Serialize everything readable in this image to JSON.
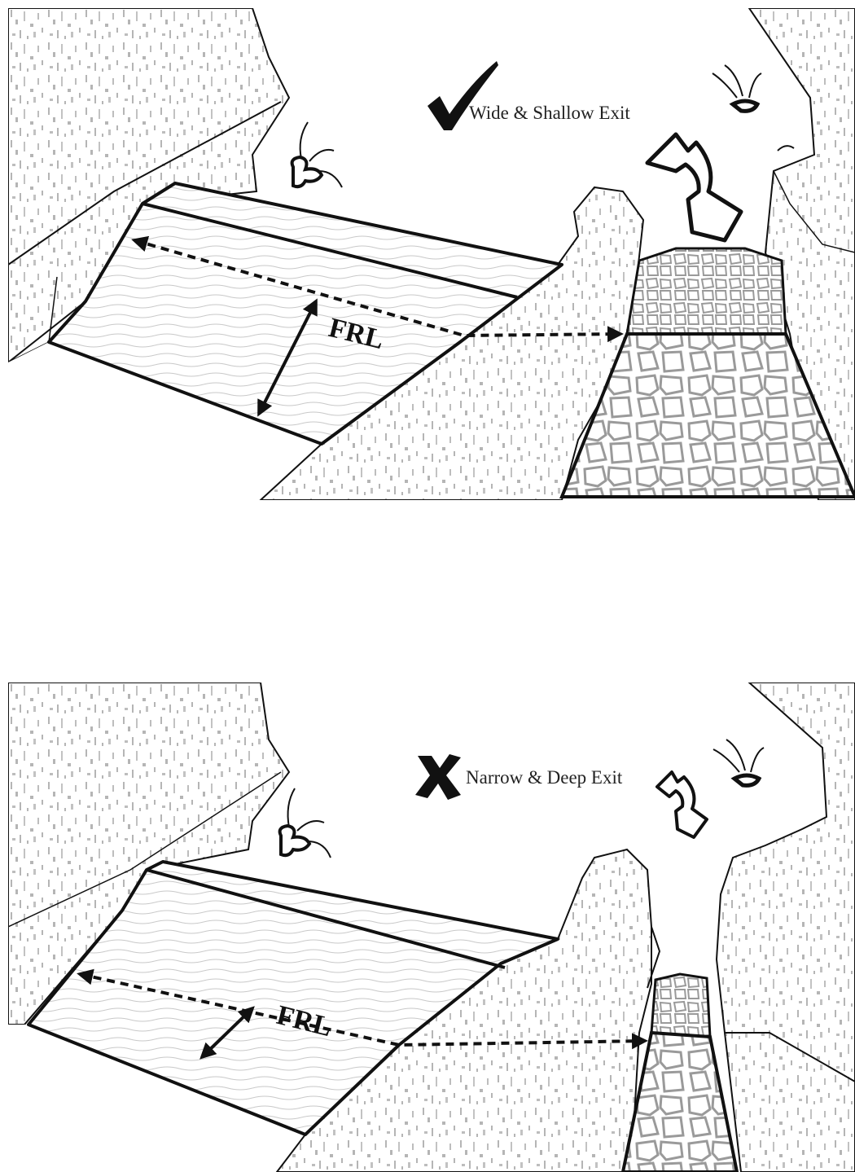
{
  "panels": {
    "good": {
      "caption": "Wide & Shallow Exit",
      "verdict_icon": "check-mark-icon",
      "level_label": "FRL"
    },
    "bad": {
      "caption": "Narrow & Deep Exit",
      "verdict_icon": "cross-mark-icon",
      "level_label": "FRL"
    }
  },
  "colors": {
    "outline": "#111111",
    "rock_texture": "#b5b5b5",
    "water_lines": "#c9c9c9",
    "stone_joints": "#9a9a9a",
    "background": "#ffffff"
  }
}
